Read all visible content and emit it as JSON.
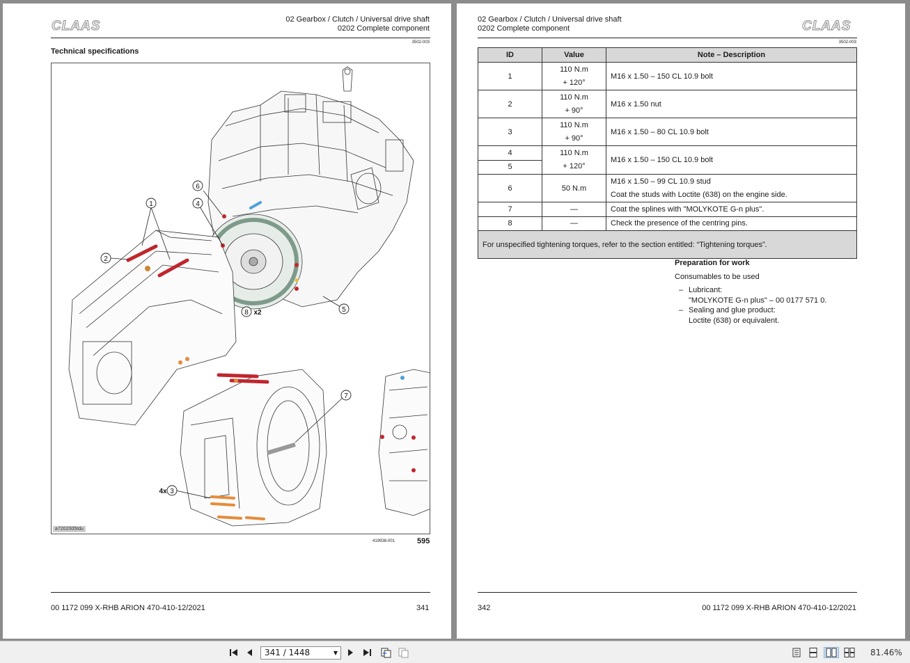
{
  "brand": "CLAAS",
  "header": {
    "chapter": "02 Gearbox / Clutch / Universal drive shaft",
    "section": "0202 Complete component",
    "doc_code": "3502-003"
  },
  "left_page": {
    "section_title": "Technical specifications",
    "figure": {
      "code": "a7202005tdu",
      "ref": "419938-001",
      "page_num": "595",
      "callouts": [
        "1",
        "2",
        "3",
        "4",
        "5",
        "6",
        "7",
        "8"
      ],
      "callout_3_multiplier": "4x",
      "callout_8_multiplier": "x2"
    },
    "footer": {
      "doc": "00 1172 099 X-RHB ARION 470-410-12/2021",
      "page": "341"
    }
  },
  "right_page": {
    "table": {
      "headers": [
        "ID",
        "Value",
        "Note – Description"
      ],
      "rows": [
        {
          "id": "1",
          "value1": "110 N.m",
          "value2": "+ 120°",
          "note": "M16 x 1.50 – 150 CL 10.9 bolt"
        },
        {
          "id": "2",
          "value1": "110 N.m",
          "value2": "+ 90°",
          "note": "M16 x 1.50 nut"
        },
        {
          "id": "3",
          "value1": "110 N.m",
          "value2": "+ 90°",
          "note": "M16 x 1.50 – 80 CL 10.9 bolt"
        },
        {
          "id": "4",
          "id_b": "5",
          "value1": "110 N.m",
          "value2": "+ 120°",
          "note": "M16 x 1.50 – 150 CL 10.9 bolt"
        },
        {
          "id": "6",
          "value1": "50 N.m",
          "note1": "M16 x 1.50 – 99 CL 10.9 stud",
          "note2": "Coat the studs with Loctite (638) on the engine side."
        },
        {
          "id": "7",
          "value1": "—",
          "note": "Coat the splines with \"MOLYKOTE G-n plus\"."
        },
        {
          "id": "8",
          "value1": "—",
          "note": "Check the presence of the centring pins."
        }
      ],
      "footer": "For unspecified tightening torques, refer to the section entitled: “Tightening torques”."
    },
    "prep": {
      "title": "Preparation for work",
      "subtitle": "Consumables to be used",
      "items": [
        {
          "line1": "Lubricant:",
          "line2": "\"MOLYKOTE G-n plus\" – 00 0177 571 0."
        },
        {
          "line1": "Sealing and glue product:",
          "line2": "Loctite (638) or equivalent."
        }
      ]
    },
    "footer": {
      "page": "342",
      "doc": "00 1172 099 X-RHB ARION 470-410-12/2021"
    }
  },
  "toolbar": {
    "page_indicator": "341 / 1448",
    "zoom": "81.46%",
    "icons": [
      "first-page-icon",
      "prev-page-icon",
      "next-page-icon",
      "last-page-icon",
      "go-back-icon",
      "go-forward-icon",
      "single-page-icon",
      "continuous-icon",
      "facing-icon",
      "continuous-facing-icon"
    ]
  }
}
